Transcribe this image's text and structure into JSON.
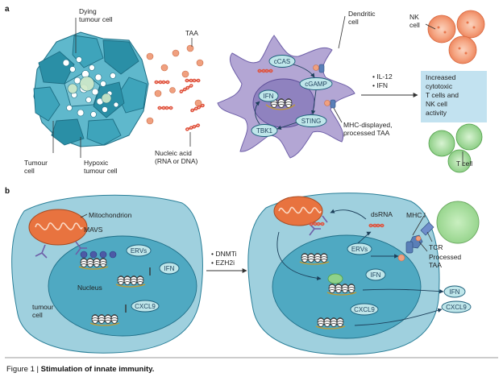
{
  "panel_a": {
    "tag": "a",
    "labels": {
      "dying_tumour_cell": [
        "Dying",
        "tumour cell"
      ],
      "tumour_cell": [
        "Tumour",
        "cell"
      ],
      "hypoxic_tumour_cell": [
        "Hypoxic",
        "tumour cell"
      ],
      "taa": "TAA",
      "nucleic_acid": [
        "Nucleic acid",
        "(RNA or DNA)"
      ],
      "dendritic_cell": [
        "Dendritic",
        "cell"
      ],
      "mhc_displayed": [
        "MHC-displayed,",
        "processed TAA"
      ],
      "nk_cell": [
        "NK",
        "cell"
      ],
      "t_cell": "T cell",
      "cytokines": [
        "• IL-12",
        "• IFN"
      ],
      "effect_box": [
        "Increased",
        "cytotoxic",
        "T cells and",
        "NK cell",
        "activity"
      ]
    },
    "pills": {
      "ccas": "cCAS",
      "ifn": "IFN",
      "ccamp": "cGAMP",
      "sting": "STING",
      "tbk1": "TBK1"
    }
  },
  "panel_b": {
    "tag": "b",
    "labels": {
      "mitochondrion": "Mitochondrion",
      "mavs": "MAVS",
      "nucleus": "Nucleus",
      "tumour_cell": [
        "tumour",
        "cell"
      ],
      "drugs": [
        "• DNMTi",
        "• EZH2i"
      ],
      "dsrna": "dsRNA",
      "mhc_i": "MHC I",
      "tcr": "TCR",
      "processed_taa": [
        "Processed",
        "TAA"
      ]
    },
    "pills": {
      "left_ervs": "ERVs",
      "left_ifn": "IFN",
      "left_cxcl9": "CXCL9",
      "right_ervs": "ERVs",
      "right_ifn": "IFN",
      "right_cxcl9": "CXCL9",
      "out_ifn": "IFN",
      "out_cxcl9": "CXCL9"
    }
  },
  "caption": {
    "prefix": "Figure 1 | ",
    "title": "Stimulation of innate immunity."
  },
  "colors": {
    "cell_teal": "#2a8fa6",
    "cell_light": "#9fd6e2",
    "dc_purple": "#b3a6d4",
    "nucleus_purple": "#8f82bf",
    "nk_orange": "#f08a62",
    "t_green": "#8fd28a",
    "box_blue": "#c2e2f0",
    "dna_red": "#e0533d",
    "mito": "#e8733f",
    "panel_b_cell": "#9fd0de",
    "panel_b_nucleus": "#4fa9c2"
  }
}
